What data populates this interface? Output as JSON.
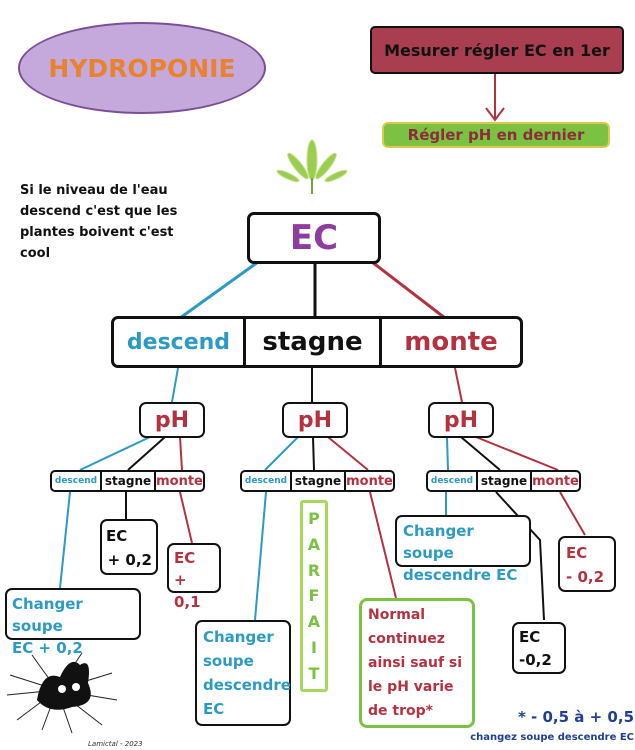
{
  "title_oval": {
    "text": "HYDROPONIE"
  },
  "top_right": {
    "measure": "Mesurer régler EC en 1er",
    "ph_last": "Régler pH en dernier"
  },
  "note": {
    "lines": [
      "Si le niveau de l'eau",
      "descend c'est que les",
      "plantes boivent c'est",
      "cool"
    ]
  },
  "root": {
    "label": "EC"
  },
  "level1": {
    "descend": "descend",
    "stagne": "stagne",
    "monte": "monte"
  },
  "ph_label": "pH",
  "sub": {
    "descend": "descend",
    "stagne": "stagne",
    "monte": "monte"
  },
  "parfait": [
    "P",
    "A",
    "R",
    "F",
    "A",
    "I",
    "T"
  ],
  "leaves": {
    "ec_plus_02": [
      "EC",
      "+ 0,2"
    ],
    "ec_plus_01": [
      "EC",
      "+ 0,1"
    ],
    "change_ec_plus": [
      "Changer soupe",
      "EC + 0,2"
    ],
    "change_desc_mid": [
      "Changer",
      "soupe",
      "descendre",
      "EC"
    ],
    "normal": [
      "Normal",
      "continuez",
      "ainsi sauf si",
      "le pH varie",
      "de trop*"
    ],
    "change_desc_right": [
      "Changer soupe",
      "descendre EC"
    ],
    "ec_minus_02_red": [
      "EC",
      "- 0,2"
    ],
    "ec_minus_02": [
      "EC",
      "-0,2"
    ]
  },
  "footnote": {
    "range": "* - 0,5 à + 0,5",
    "text": "changez soupe descendre EC"
  },
  "signature": "Lamictal - 2023",
  "colors": {
    "blue": "#2b9ac4",
    "red": "#b4323f",
    "green": "#7cc242",
    "purple": "#8e3d9e",
    "oval": "#c5a9dc",
    "topbox": "#a83e50",
    "navy": "#1f3f95"
  },
  "icons": [
    "cannabis-leaf-icon",
    "spiky-creature-icon"
  ]
}
